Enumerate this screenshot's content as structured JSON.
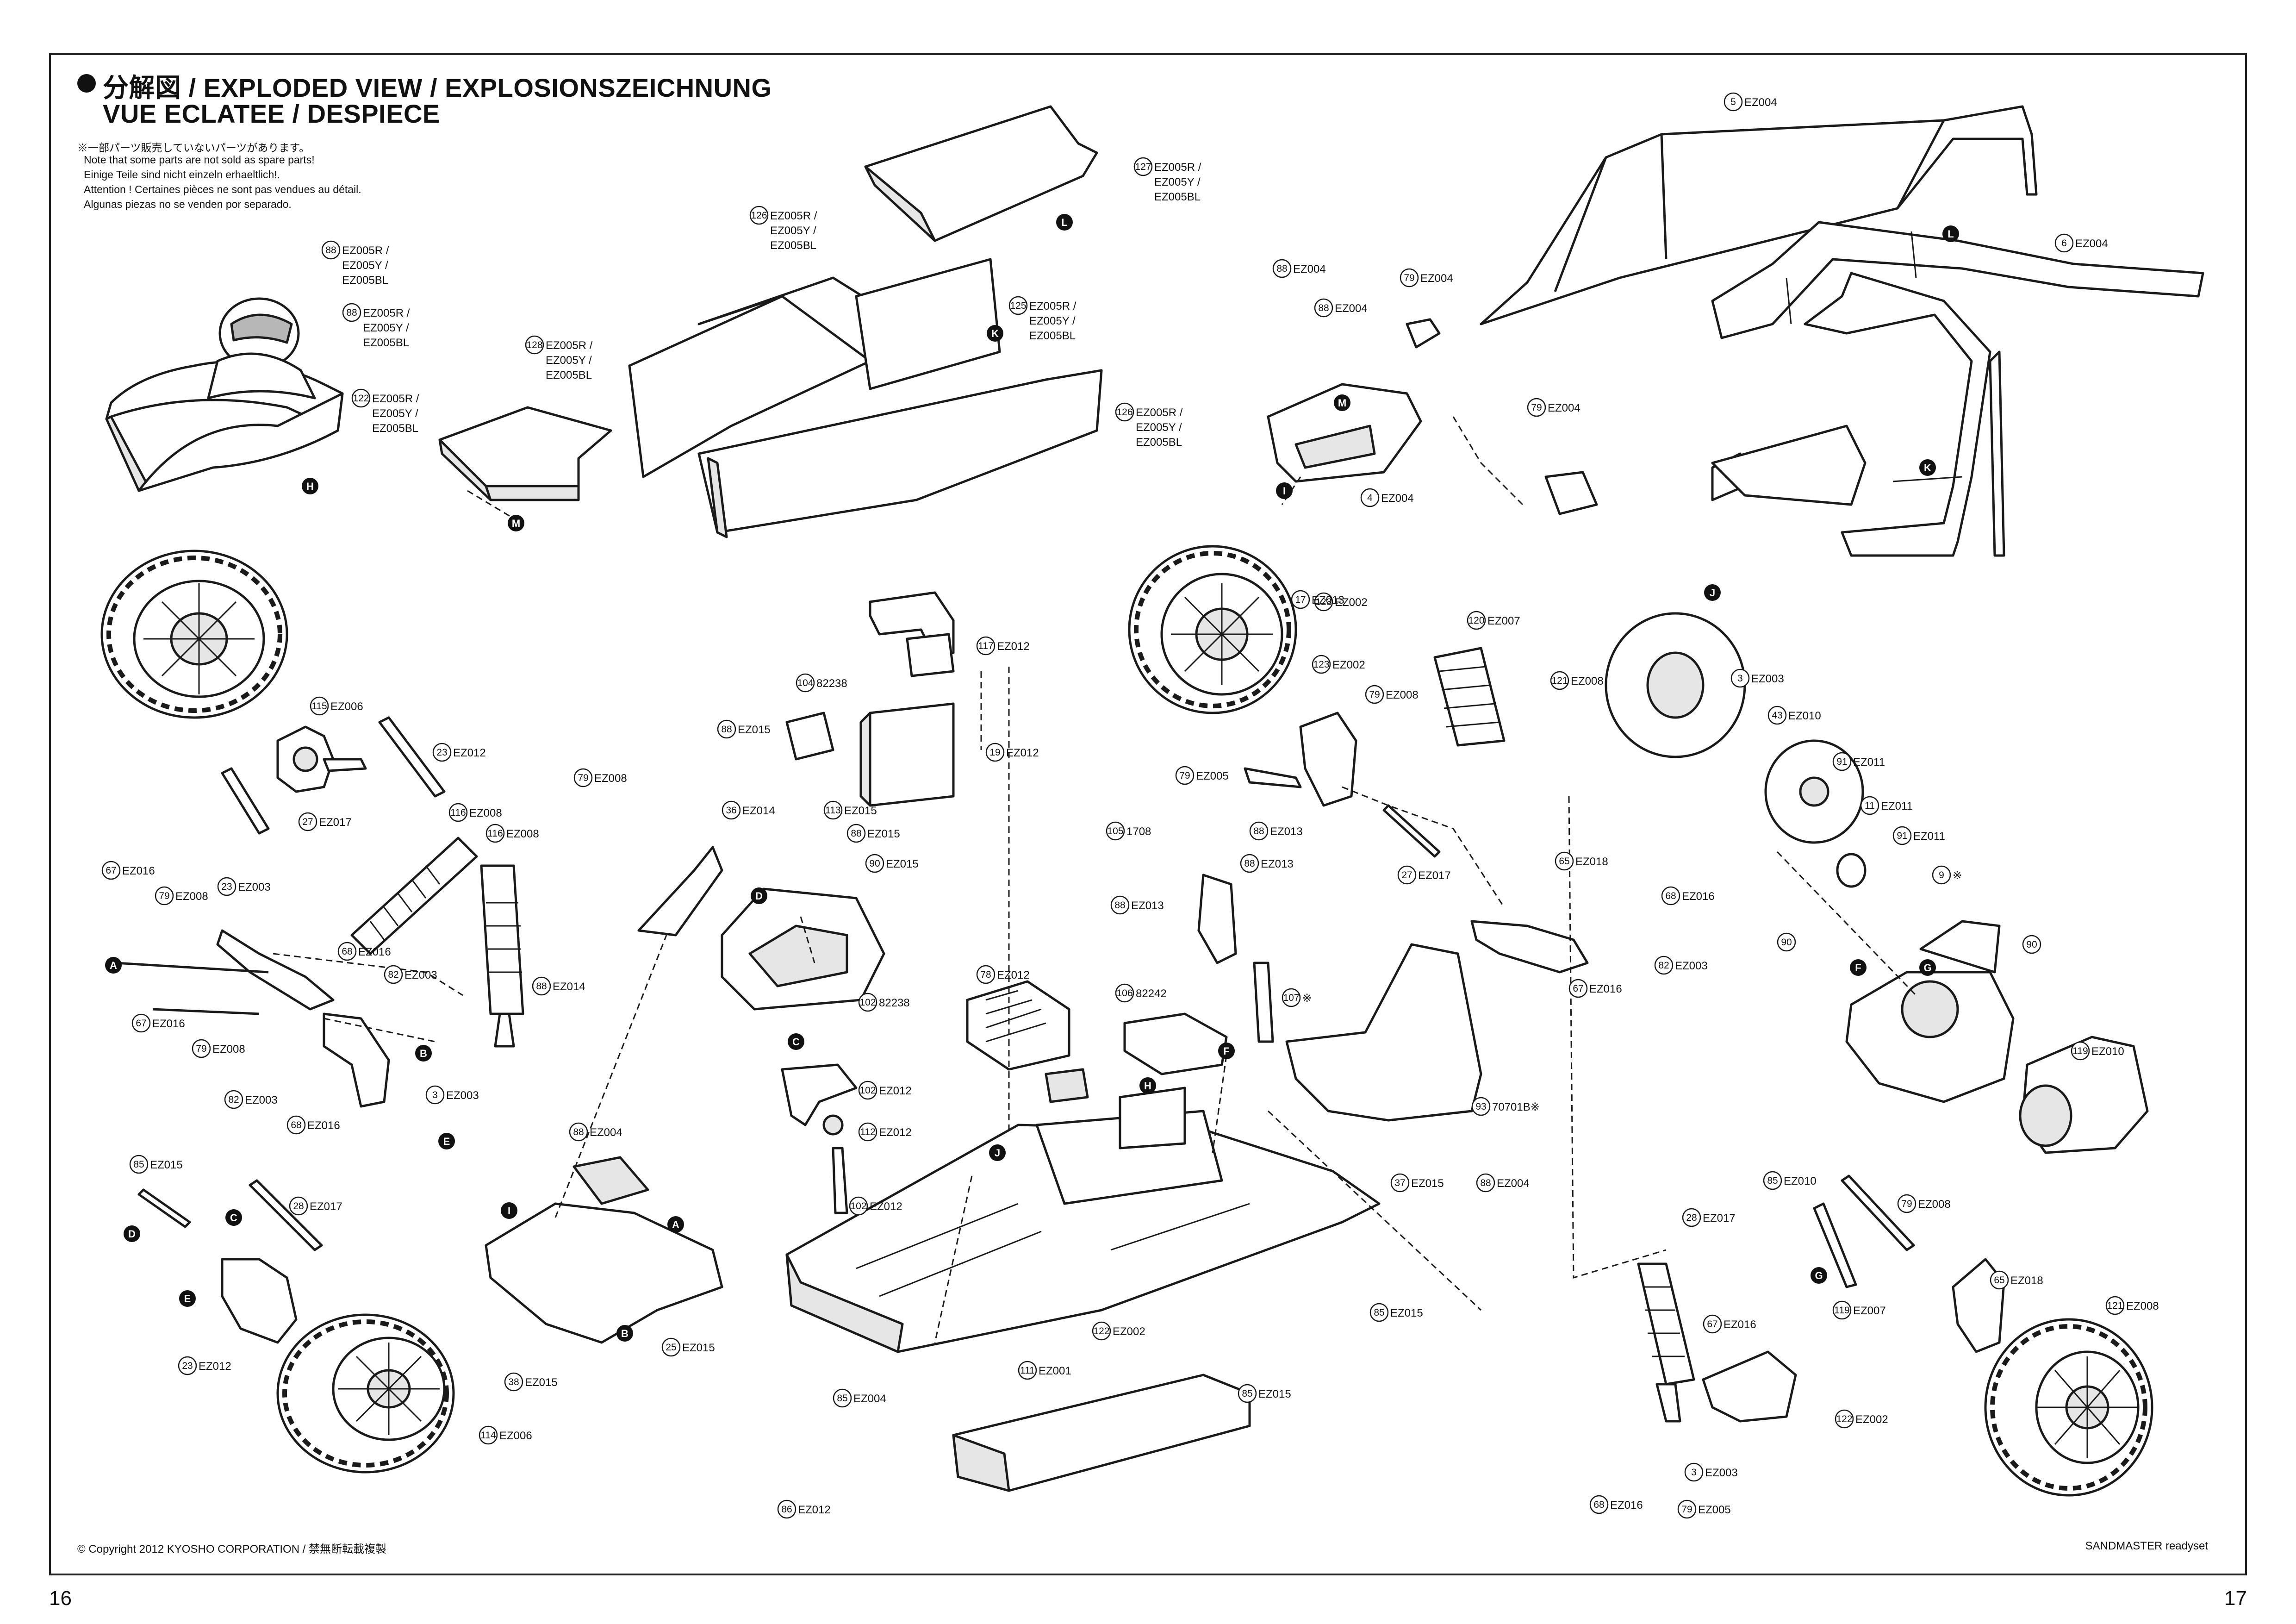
{
  "header": {
    "title_line1": "分解図 / EXPLODED VIEW / EXPLOSIONSZEICHNUNG",
    "title_line2": "VUE ECLATEE / DESPIECE",
    "notes": [
      "※一部パーツ販売していないパーツがあります。",
      "Note that some parts are not sold as spare parts!",
      "Einige Teile sind nicht einzeln erhaeltlich!.",
      "Attention ! Certaines pièces ne sont pas vendues au détail.",
      "Algunas piezas no se venden por separado."
    ]
  },
  "footer": {
    "copyright": "© Copyright 2012 KYOSHO CORPORATION / 禁無断転載複製",
    "model": "SANDMASTER  readyset",
    "page_left": "16",
    "page_right": "17"
  },
  "callouts": [
    {
      "num": "88",
      "lines": [
        "EZ005R /",
        "EZ005Y /",
        "EZ005BL"
      ]
    },
    {
      "num": "88",
      "lines": [
        "EZ005R /",
        "EZ005Y /",
        "EZ005BL"
      ]
    },
    {
      "num": "122",
      "lines": [
        "EZ005R /",
        "EZ005Y /",
        "EZ005BL"
      ]
    },
    {
      "num": "128",
      "lines": [
        "EZ005R /",
        "EZ005Y /",
        "EZ005BL"
      ]
    },
    {
      "num": "126",
      "lines": [
        "EZ005R /",
        "EZ005Y /",
        "EZ005BL"
      ]
    },
    {
      "num": "127",
      "lines": [
        "EZ005R /",
        "EZ005Y /",
        "EZ005BL"
      ]
    },
    {
      "num": "125",
      "lines": [
        "EZ005R /",
        "EZ005Y /",
        "EZ005BL"
      ]
    },
    {
      "num": "126",
      "lines": [
        "EZ005R /",
        "EZ005Y /",
        "EZ005BL"
      ]
    },
    {
      "num": "5",
      "lines": [
        "EZ004"
      ]
    },
    {
      "num": "6",
      "lines": [
        "EZ004"
      ]
    },
    {
      "num": "88",
      "lines": [
        "EZ004"
      ]
    },
    {
      "num": "88",
      "lines": [
        "EZ004"
      ]
    },
    {
      "num": "79",
      "lines": [
        "EZ004"
      ]
    },
    {
      "num": "79",
      "lines": [
        "EZ004"
      ]
    },
    {
      "num": "4",
      "lines": [
        "EZ004"
      ]
    },
    {
      "num": "123",
      "lines": [
        "EZ002"
      ]
    },
    {
      "num": "115",
      "lines": [
        "EZ006"
      ]
    },
    {
      "num": "23",
      "lines": [
        "EZ012"
      ]
    },
    {
      "num": "27",
      "lines": [
        "EZ017"
      ]
    },
    {
      "num": "116",
      "lines": [
        "EZ008"
      ]
    },
    {
      "num": "116",
      "lines": [
        "EZ008"
      ]
    },
    {
      "num": "67",
      "lines": [
        "EZ016"
      ]
    },
    {
      "num": "79",
      "lines": [
        "EZ008"
      ]
    },
    {
      "num": "23",
      "lines": [
        "EZ003"
      ]
    },
    {
      "num": "68",
      "lines": [
        "EZ016"
      ]
    },
    {
      "num": "82",
      "lines": [
        "EZ003"
      ]
    },
    {
      "num": "67",
      "lines": [
        "EZ016"
      ]
    },
    {
      "num": "79",
      "lines": [
        "EZ008"
      ]
    },
    {
      "num": "82",
      "lines": [
        "EZ003"
      ]
    },
    {
      "num": "3",
      "lines": [
        "EZ003"
      ]
    },
    {
      "num": "68",
      "lines": [
        "EZ016"
      ]
    },
    {
      "num": "79",
      "lines": [
        "EZ008"
      ]
    },
    {
      "num": "36",
      "lines": [
        "EZ014"
      ]
    },
    {
      "num": "88",
      "lines": [
        "EZ014"
      ]
    },
    {
      "num": "113",
      "lines": [
        "EZ015"
      ]
    },
    {
      "num": "88",
      "lines": [
        "EZ015"
      ]
    },
    {
      "num": "90",
      "lines": [
        "EZ015"
      ]
    },
    {
      "num": "88",
      "lines": [
        "EZ015"
      ]
    },
    {
      "num": "104",
      "lines": [
        "82238"
      ]
    },
    {
      "num": "117",
      "lines": [
        "EZ012"
      ]
    },
    {
      "num": "19",
      "lines": [
        "EZ012"
      ]
    },
    {
      "num": "102",
      "lines": [
        "82238"
      ]
    },
    {
      "num": "102",
      "lines": [
        "EZ012"
      ]
    },
    {
      "num": "112",
      "lines": [
        "EZ012"
      ]
    },
    {
      "num": "102",
      "lines": [
        "EZ012"
      ]
    },
    {
      "num": "78",
      "lines": [
        "EZ012"
      ]
    },
    {
      "num": "106",
      "lines": [
        "82242"
      ]
    },
    {
      "num": "107",
      "lines": [
        "※"
      ]
    },
    {
      "num": "105",
      "lines": [
        "1708"
      ]
    },
    {
      "num": "88",
      "lines": [
        "EZ013"
      ]
    },
    {
      "num": "88",
      "lines": [
        "EZ013"
      ]
    },
    {
      "num": "88",
      "lines": [
        "EZ013"
      ]
    },
    {
      "num": "17",
      "lines": [
        "EZ013"
      ]
    },
    {
      "num": "123",
      "lines": [
        "EZ002"
      ]
    },
    {
      "num": "120",
      "lines": [
        "EZ007"
      ]
    },
    {
      "num": "121",
      "lines": [
        "EZ008"
      ]
    },
    {
      "num": "79",
      "lines": [
        "EZ008"
      ]
    },
    {
      "num": "79",
      "lines": [
        "EZ005"
      ]
    },
    {
      "num": "27",
      "lines": [
        "EZ017"
      ]
    },
    {
      "num": "65",
      "lines": [
        "EZ018"
      ]
    },
    {
      "num": "68",
      "lines": [
        "EZ016"
      ]
    },
    {
      "num": "82",
      "lines": [
        "EZ003"
      ]
    },
    {
      "num": "67",
      "lines": [
        "EZ016"
      ]
    },
    {
      "num": "3",
      "lines": [
        "EZ003"
      ]
    },
    {
      "num": "43",
      "lines": [
        "EZ010"
      ]
    },
    {
      "num": "91",
      "lines": [
        "EZ011"
      ]
    },
    {
      "num": "11",
      "lines": [
        "EZ011"
      ]
    },
    {
      "num": "91",
      "lines": [
        "EZ011"
      ]
    },
    {
      "num": "9",
      "lines": [
        "※"
      ]
    },
    {
      "num": "90",
      "lines": [
        ""
      ]
    },
    {
      "num": "90",
      "lines": [
        ""
      ]
    },
    {
      "num": "119",
      "lines": [
        "EZ010"
      ]
    },
    {
      "num": "93",
      "lines": [
        "70701B※"
      ]
    },
    {
      "num": "37",
      "lines": [
        "EZ015"
      ]
    },
    {
      "num": "88",
      "lines": [
        "EZ004"
      ]
    },
    {
      "num": "88",
      "lines": [
        "EZ004"
      ]
    },
    {
      "num": "25",
      "lines": [
        "EZ015"
      ]
    },
    {
      "num": "38",
      "lines": [
        "EZ015"
      ]
    },
    {
      "num": "85",
      "lines": [
        "EZ015"
      ]
    },
    {
      "num": "28",
      "lines": [
        "EZ017"
      ]
    },
    {
      "num": "23",
      "lines": [
        "EZ012"
      ]
    },
    {
      "num": "114",
      "lines": [
        "EZ006"
      ]
    },
    {
      "num": "122",
      "lines": [
        "EZ002"
      ]
    },
    {
      "num": "111",
      "lines": [
        "EZ001"
      ]
    },
    {
      "num": "85",
      "lines": [
        "EZ004"
      ]
    },
    {
      "num": "86",
      "lines": [
        "EZ012"
      ]
    },
    {
      "num": "85",
      "lines": [
        "EZ015"
      ]
    },
    {
      "num": "85",
      "lines": [
        "EZ015"
      ]
    },
    {
      "num": "85",
      "lines": [
        "EZ010"
      ]
    },
    {
      "num": "28",
      "lines": [
        "EZ017"
      ]
    },
    {
      "num": "79",
      "lines": [
        "EZ008"
      ]
    },
    {
      "num": "65",
      "lines": [
        "EZ018"
      ]
    },
    {
      "num": "119",
      "lines": [
        "EZ007"
      ]
    },
    {
      "num": "67",
      "lines": [
        "EZ016"
      ]
    },
    {
      "num": "121",
      "lines": [
        "EZ008"
      ]
    },
    {
      "num": "122",
      "lines": [
        "EZ002"
      ]
    },
    {
      "num": "3",
      "lines": [
        "EZ003"
      ]
    },
    {
      "num": "68",
      "lines": [
        "EZ016"
      ]
    },
    {
      "num": "79",
      "lines": [
        "EZ005"
      ]
    },
    {
      "num": "82",
      "lines": [
        "EZ003"
      ]
    }
  ],
  "markers": [
    "H",
    "M",
    "L",
    "K",
    "I",
    "M",
    "L",
    "K",
    "J",
    "D",
    "A",
    "B",
    "E",
    "C",
    "D",
    "E",
    "C",
    "I",
    "A",
    "B",
    "J",
    "H",
    "F",
    "F",
    "G",
    "G"
  ]
}
